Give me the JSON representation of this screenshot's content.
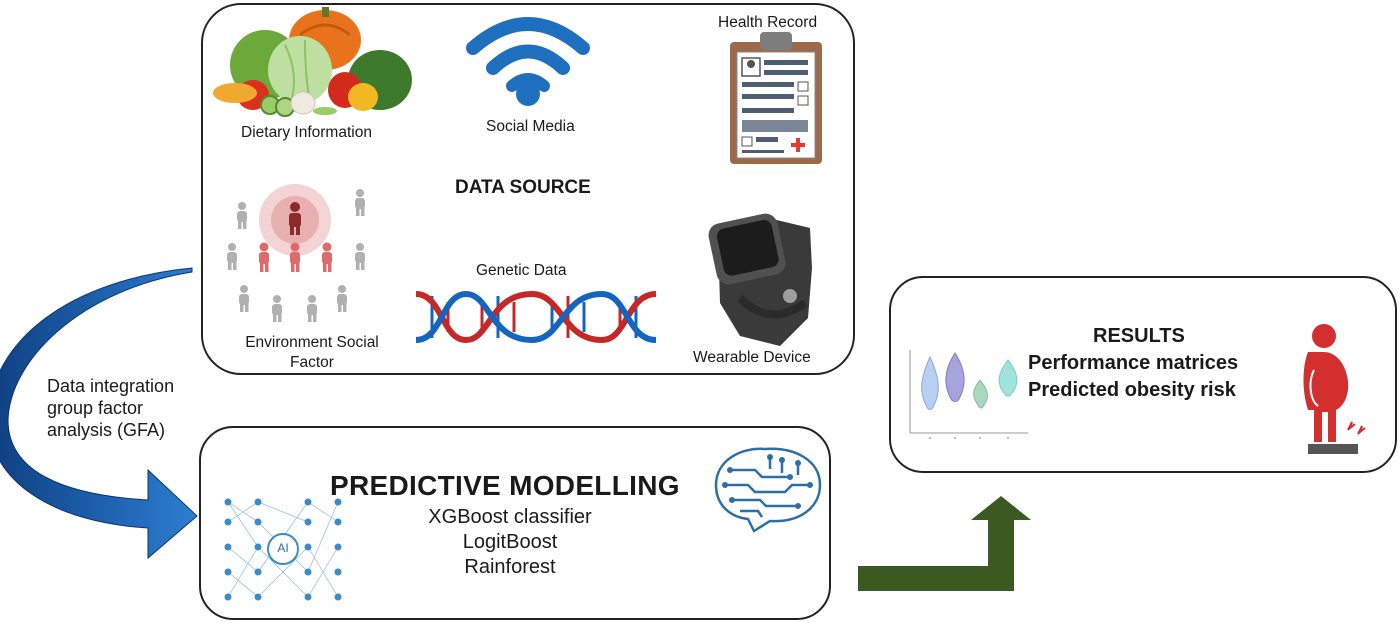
{
  "data_source": {
    "title": "DATA SOURCE",
    "items": [
      {
        "label": "Dietary Information",
        "icon": "vegetables-icon"
      },
      {
        "label": "Social Media",
        "icon": "wifi-icon"
      },
      {
        "label": "Health Record",
        "icon": "clipboard-icon"
      },
      {
        "label_line1": "Environment Social",
        "label_line2": "Factor",
        "icon": "people-network-icon"
      },
      {
        "label": "Genetic Data",
        "icon": "dna-icon"
      },
      {
        "label": "Wearable Device",
        "icon": "smartwatch-icon"
      }
    ]
  },
  "integration": {
    "line1": "Data integration",
    "line2": "group factor",
    "line3": "analysis (GFA)"
  },
  "modelling": {
    "title": "PREDICTIVE MODELLING",
    "models": [
      "XGBoost classifier",
      "LogitBoost",
      "Rainforest"
    ],
    "ai_label": "AI"
  },
  "results": {
    "title": "RESULTS",
    "items": [
      "Performance matrices",
      "Predicted obesity risk"
    ]
  },
  "colors": {
    "blue_arrow": "#1f5fa8",
    "green_arrow": "#3a5a22",
    "person_red": "#c0392b",
    "wifi_blue": "#1f6fbf",
    "dna_red": "#c62828",
    "dna_blue": "#1565c0"
  }
}
